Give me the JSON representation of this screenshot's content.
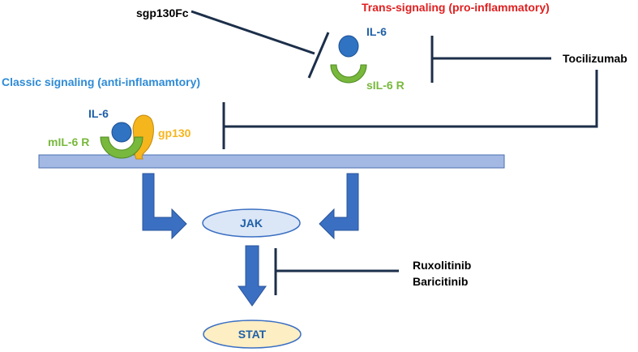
{
  "labels": {
    "sgp130fc": "sgp130Fc",
    "trans_signaling": "Trans-signaling (pro-inflammatory)",
    "il6_trans": "IL-6",
    "sil6r": "sIL-6 R",
    "tocilizumab": "Tocilizumab",
    "classic_signaling": "Classic signaling (anti-inflamamtory)",
    "il6_classic": "IL-6",
    "gp130": "gp130",
    "mil6r": "mIL-6 R",
    "jak": "JAK",
    "ruxolitinib": "Ruxolitinib",
    "baricitinib": "Baricitinib",
    "stat": "STAT"
  },
  "colors": {
    "red_title": "#e02020",
    "blue_title": "#2e8bd6",
    "dark_blue_text": "#1f5fa8",
    "green": "#78b83c",
    "yellow": "#f5b51d",
    "blue_ball": "#2f73c2",
    "membrane": "#a3b8e3",
    "arrow_blue": "#3b6fc2",
    "jak_fill": "#dbe7f7",
    "stat_fill": "#fdeec4",
    "line_dark": "#1c2f4a"
  }
}
